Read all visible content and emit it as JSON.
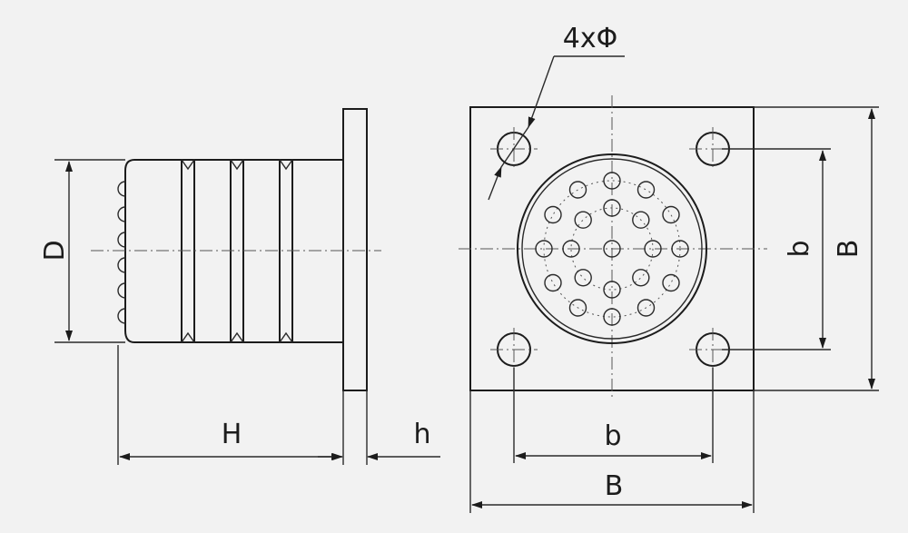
{
  "labels": {
    "hole_callout": "4xΦ",
    "dia_D": "D",
    "height_H": "H",
    "plate_thickness_h": "h",
    "bolt_spacing_vertical": "b",
    "plate_size_vertical": "B",
    "bolt_spacing_horizontal": "b",
    "plate_size_horizontal": "B"
  },
  "colors": {
    "paper": "#f2f2f2",
    "line": "#1c1c1c"
  }
}
